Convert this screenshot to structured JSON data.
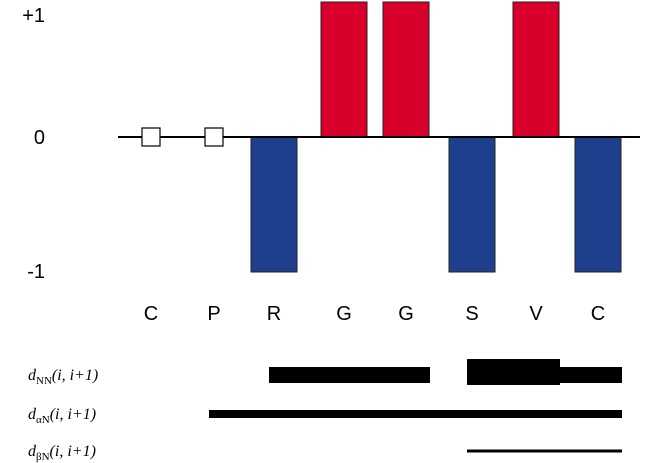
{
  "chart_data": {
    "type": "bar",
    "title": "",
    "xlabel": "",
    "ylabel": "",
    "ylim": [
      -1,
      1
    ],
    "yticks": [
      "+1",
      "0",
      "-1"
    ],
    "categories": [
      "C",
      "P",
      "R",
      "G",
      "G",
      "S",
      "V",
      "C"
    ],
    "values": [
      0,
      0,
      -1,
      1,
      1,
      -1,
      1,
      -1
    ],
    "zero_markers": [
      0,
      1
    ],
    "colors": {
      "positive": "#d8002a",
      "negative": "#1e3f8c",
      "marker": "#ffffff"
    },
    "connectivities": [
      {
        "d": "d",
        "sub": "NN",
        "args": "(i, i+1)",
        "segments": [
          {
            "from": 2,
            "to": 4,
            "strength": "medium"
          },
          {
            "from": 5,
            "to": 6,
            "strength": "strong"
          },
          {
            "from": 6,
            "to": 7,
            "strength": "medium"
          }
        ]
      },
      {
        "d": "d",
        "sub": "αN",
        "args": "(i, i+1)",
        "segments": [
          {
            "from": 1,
            "to": 7,
            "strength": "weak"
          }
        ]
      },
      {
        "d": "d",
        "sub": "βN",
        "args": "(i, i+1)",
        "segments": [
          {
            "from": 5,
            "to": 7,
            "strength": "very-weak"
          }
        ]
      }
    ]
  }
}
